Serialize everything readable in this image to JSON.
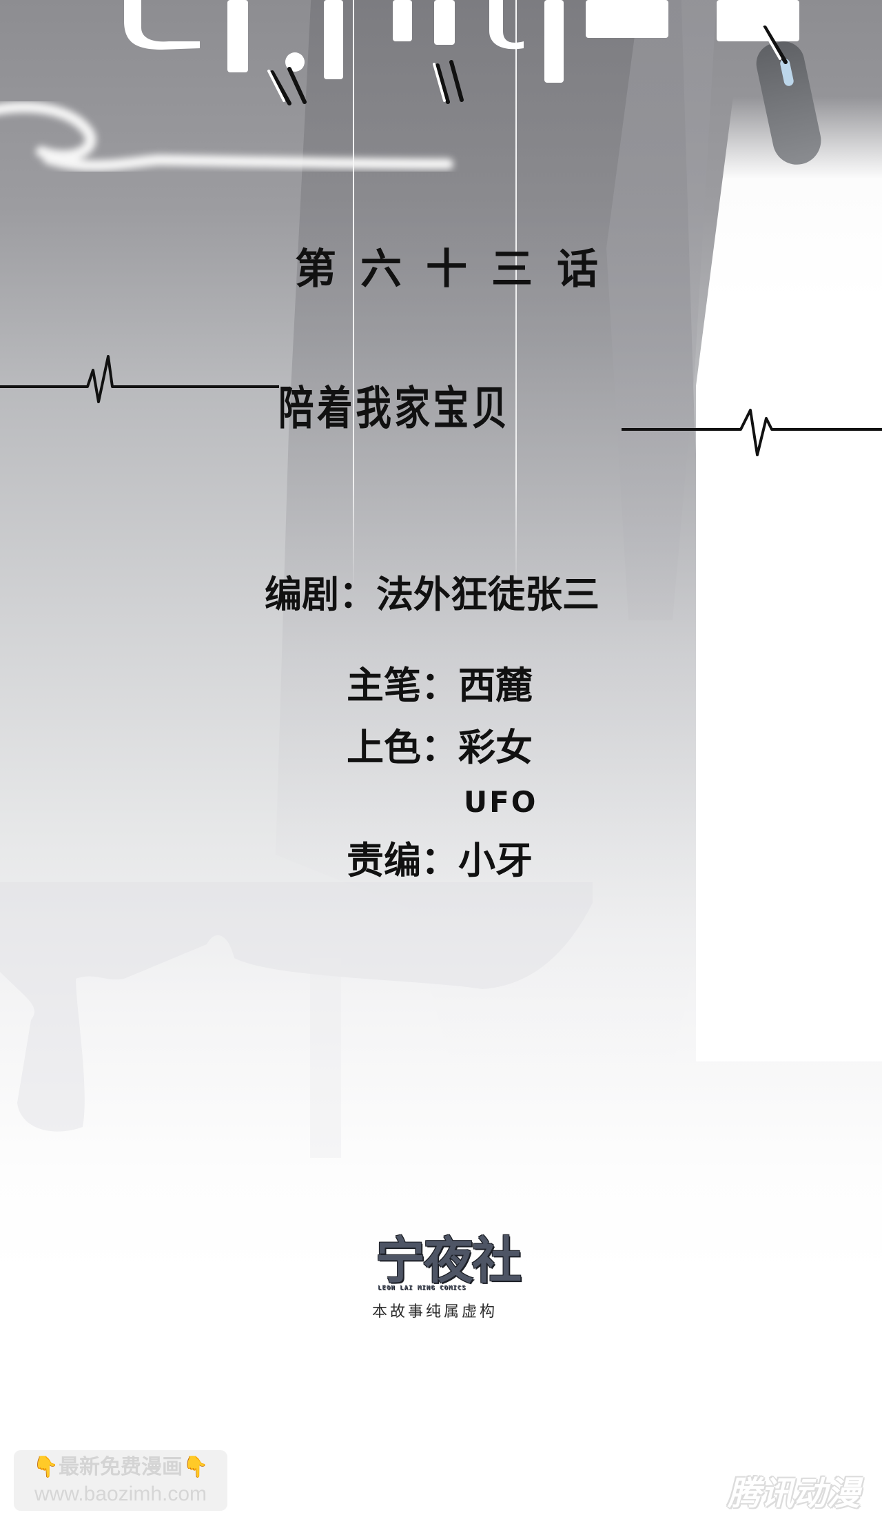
{
  "page": {
    "type": "comic-chapter-title-page",
    "colors": {
      "background_top": "#8d8d91",
      "background_bottom": "#ffffff",
      "text": "#111111",
      "logo": "#4e5565",
      "watermark_text": "#d4d4d4",
      "watermark_emoji": "#f2b33d"
    }
  },
  "chapter": {
    "number_label_chars": [
      "第",
      "六",
      "十",
      "三",
      "话"
    ],
    "number_label": "第六十三话",
    "subtitle": "陪着我家宝贝"
  },
  "credits": {
    "writer": "编剧：法外狂徒张三",
    "artist": "主笔：西麓",
    "colorist": "上色：彩女",
    "colorist_2": "UFO",
    "editor": "责编：小牙"
  },
  "publisher": {
    "logo_text": "宁夜社",
    "logo_subtext": "LEON LAI MING COMICS",
    "disclaimer": "本故事纯属虚构"
  },
  "watermarks": {
    "left_line1": "最新免费漫画",
    "left_icon": "👇",
    "left_line2": "www.baozimh.com",
    "right": "腾讯动漫"
  }
}
